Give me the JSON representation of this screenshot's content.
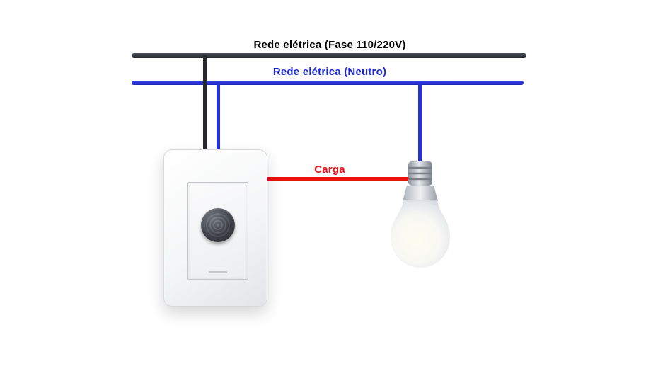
{
  "diagram": {
    "labels": {
      "phase": "Rede elétrica (Fase 110/220V)",
      "neutral": "Rede elétrica (Neutro)",
      "load": "Carga"
    },
    "colors": {
      "phase_wire": "#26282c",
      "neutral_wire": "#2531dd",
      "load_wire": "#ea1212",
      "phase_label": "#000000",
      "neutral_label": "#1b27d6",
      "load_label": "#e81414"
    },
    "components": [
      {
        "name": "motion-sensor-switch"
      },
      {
        "name": "light-bulb"
      }
    ]
  }
}
